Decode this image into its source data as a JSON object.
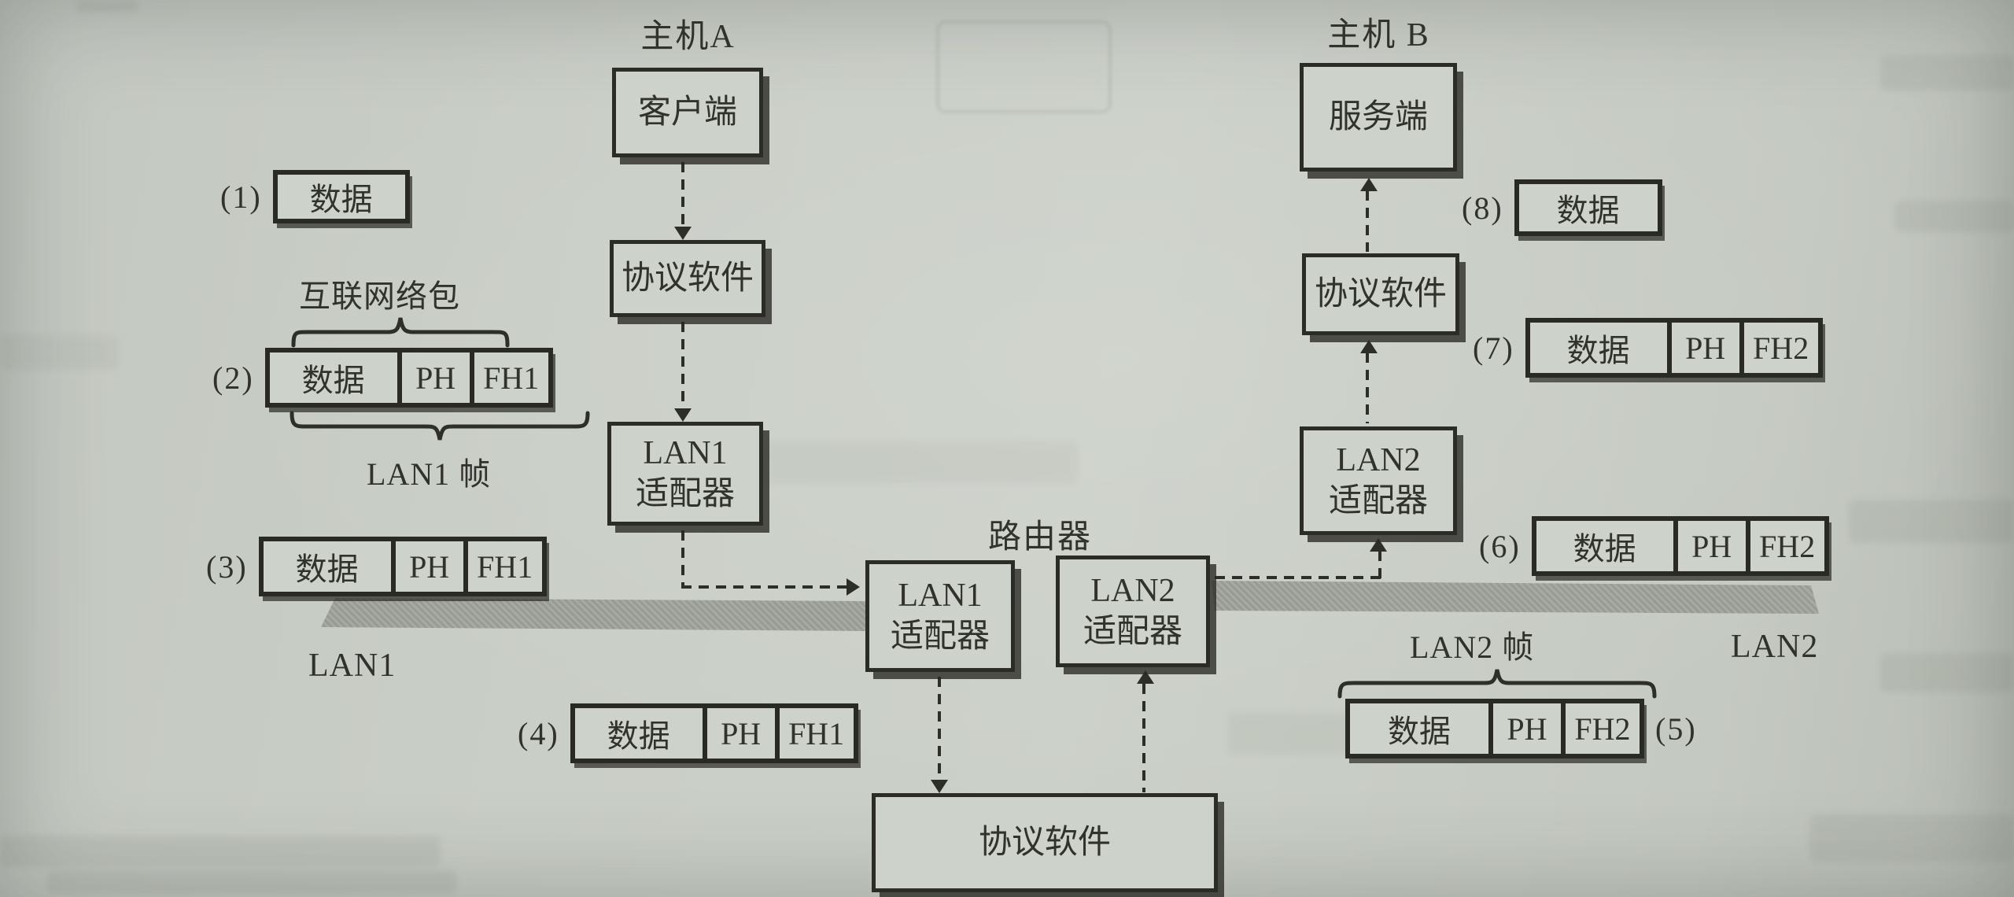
{
  "page": {
    "paper_color": "#c9cec6",
    "ink_color": "#32322d",
    "bar_color": "#9b9e96"
  },
  "host_a": {
    "title": "主机A",
    "client": "客户端",
    "protocol": "协议软件",
    "adapter": {
      "line1": "LAN1",
      "line2": "适配器"
    }
  },
  "host_b": {
    "title": "主机 B",
    "server": "服务端",
    "protocol": "协议软件",
    "adapter": {
      "line1": "LAN2",
      "line2": "适配器"
    }
  },
  "router": {
    "title": "路由器",
    "adapter1": {
      "line1": "LAN1",
      "line2": "适配器"
    },
    "adapter2": {
      "line1": "LAN2",
      "line2": "适配器"
    },
    "protocol": "协议软件"
  },
  "packets": [
    {
      "id": "(1)",
      "cells": [
        "数据"
      ]
    },
    {
      "id": "(2)",
      "cells": [
        "数据",
        "PH",
        "FH1"
      ]
    },
    {
      "id": "(3)",
      "cells": [
        "数据",
        "PH",
        "FH1"
      ]
    },
    {
      "id": "(4)",
      "cells": [
        "数据",
        "PH",
        "FH1"
      ]
    },
    {
      "id": "(5)",
      "cells": [
        "数据",
        "PH",
        "FH2"
      ]
    },
    {
      "id": "(6)",
      "cells": [
        "数据",
        "PH",
        "FH2"
      ]
    },
    {
      "id": "(7)",
      "cells": [
        "数据",
        "PH",
        "FH2"
      ]
    },
    {
      "id": "(8)",
      "cells": [
        "数据"
      ]
    }
  ],
  "annotations": {
    "internet_packet": "互联网络包",
    "lan1_frame": "LAN1 帧",
    "lan2_frame": "LAN2 帧",
    "lan1": "LAN1",
    "lan2": "LAN2"
  }
}
